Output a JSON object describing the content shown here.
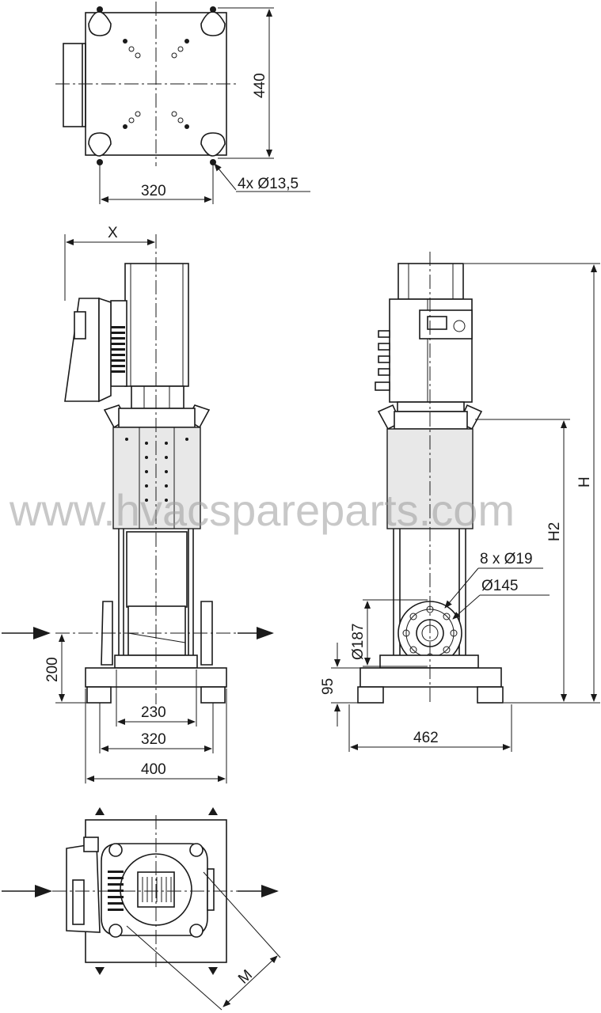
{
  "watermark": "www.hvacspareparts.com",
  "top_view": {
    "dim_width": "320",
    "dim_depth": "440",
    "holes": "4x Ø13,5"
  },
  "side_view": {
    "dim_x": "X",
    "dim_inlet_height": "200",
    "dim_230": "230",
    "dim_320": "320",
    "dim_400": "400"
  },
  "front_view": {
    "dim_h": "H",
    "dim_h2": "H2",
    "flange_holes": "8 x Ø19",
    "flange_pcd": "Ø145",
    "flange_od": "Ø187",
    "dim_95": "95",
    "dim_462": "462"
  },
  "plan_view": {
    "dim_m": "M"
  }
}
